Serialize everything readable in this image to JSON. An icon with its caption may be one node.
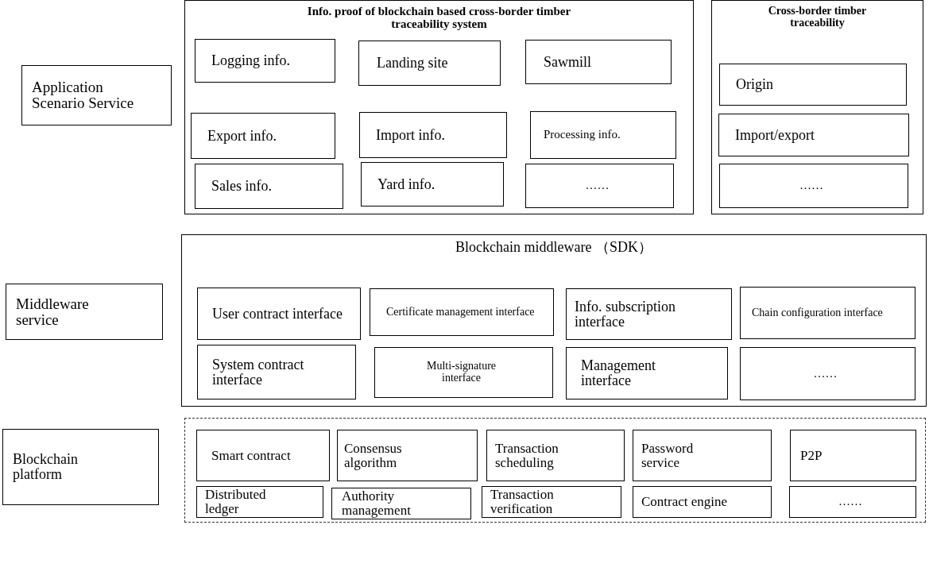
{
  "diagram": {
    "nodes": [
      {
        "text": [
          "Application Scenario Service"
        ]
      },
      {
        "text": [
          "Info. proof of blockchain based cross-border timber traceability system"
        ]
      },
      {
        "text": [
          "Logging info."
        ],
        "in": 1
      },
      {
        "text": [
          "Landing site"
        ],
        "in": 1
      },
      {
        "text": [
          "Sawmill"
        ],
        "in": 1
      },
      {
        "text": [
          "Export info."
        ],
        "in": 1
      },
      {
        "text": [
          "Import info."
        ],
        "in": 1
      },
      {
        "text": [
          "Processing info."
        ],
        "in": 1
      },
      {
        "text": [
          "Sales info."
        ],
        "in": 1
      },
      {
        "text": [
          "Yard info."
        ],
        "in": 1
      },
      {
        "text": [
          "……"
        ],
        "in": 1
      },
      {
        "text": [
          "Cross-border timber traceability"
        ]
      },
      {
        "text": [
          "Origin"
        ],
        "in": 11
      },
      {
        "text": [
          "Import/export"
        ],
        "in": 11
      },
      {
        "text": [
          "……"
        ],
        "in": 11
      },
      {
        "text": [
          "Middleware service"
        ]
      },
      {
        "text": [
          "Blockchain middleware （SDK）"
        ]
      },
      {
        "text": [
          "User contract interface"
        ],
        "in": 16
      },
      {
        "text": [
          "Certificate management interface"
        ],
        "in": 16
      },
      {
        "text": [
          "Info. subscription interface"
        ],
        "in": 16
      },
      {
        "text": [
          "Chain configuration interface"
        ],
        "in": 16
      },
      {
        "text": [
          "System contract interface"
        ],
        "in": 16
      },
      {
        "text": [
          "Multi-signature interface"
        ],
        "in": 16
      },
      {
        "text": [
          "Management interface"
        ],
        "in": 16
      },
      {
        "text": [
          "……"
        ],
        "in": 16
      },
      {
        "text": [
          "Blockchain platform"
        ]
      },
      {
        "text": [],
        "shape": "box"
      },
      {
        "text": [
          "Smart contract"
        ],
        "in": 26
      },
      {
        "text": [
          "Consensus algorithm"
        ],
        "in": 26
      },
      {
        "text": [
          "Transaction scheduling"
        ],
        "in": 26
      },
      {
        "text": [
          "Password service"
        ],
        "in": 26
      },
      {
        "text": [
          "P2P"
        ],
        "in": 26
      },
      {
        "text": [
          "Distributed ledger"
        ],
        "in": 26
      },
      {
        "text": [
          "Authority management"
        ],
        "in": 26
      },
      {
        "text": [
          "Transaction verification"
        ],
        "in": 26
      },
      {
        "text": [
          "Contract engine"
        ],
        "in": 26
      },
      {
        "text": [
          "……"
        ],
        "in": 26
      }
    ]
  }
}
